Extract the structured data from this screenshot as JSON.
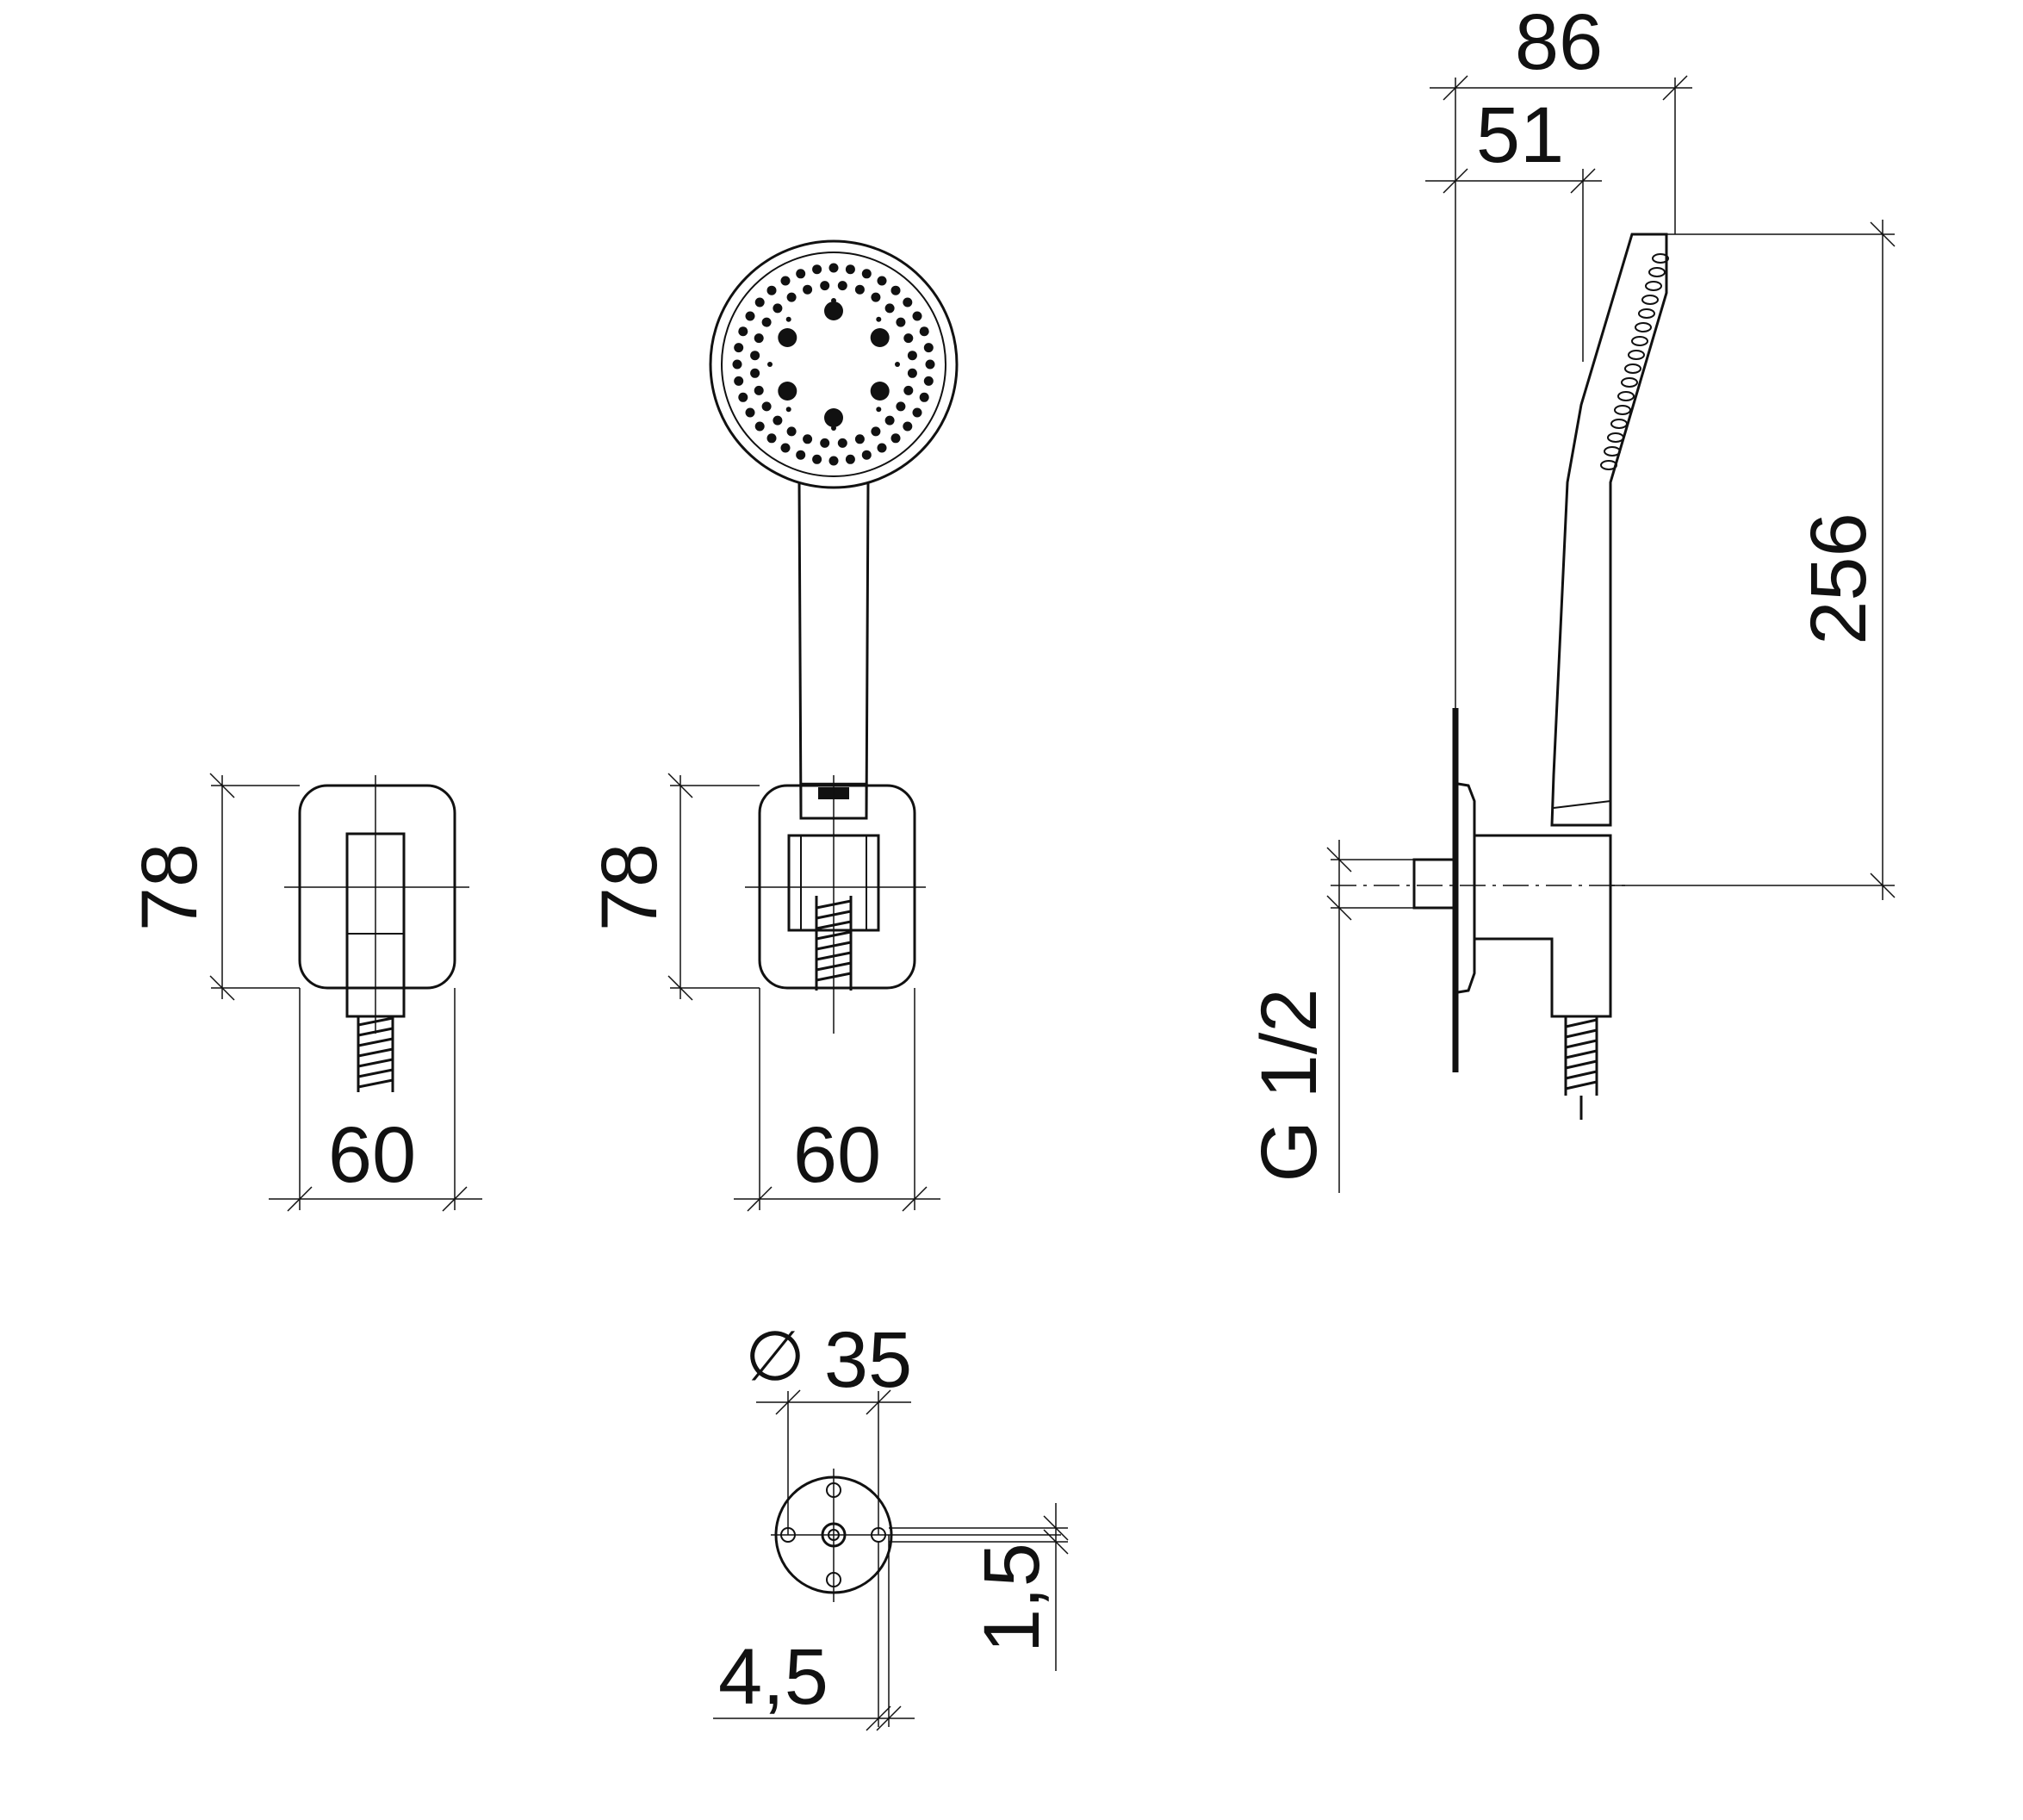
{
  "dimensions": {
    "front_bracket_height": "78",
    "front_bracket_width": "60",
    "assembly_bracket_height": "78",
    "assembly_bracket_width": "60",
    "side_total_depth": "86",
    "side_handle_depth": "51",
    "side_height": "256",
    "thread": "G 1/2",
    "rosette_diameter": "35",
    "diameter_symbol": "∅",
    "rosette_hole_offset": "4,5",
    "rosette_hole_size": "1,5"
  },
  "colors": {
    "line": "#111111",
    "background": "#ffffff"
  }
}
